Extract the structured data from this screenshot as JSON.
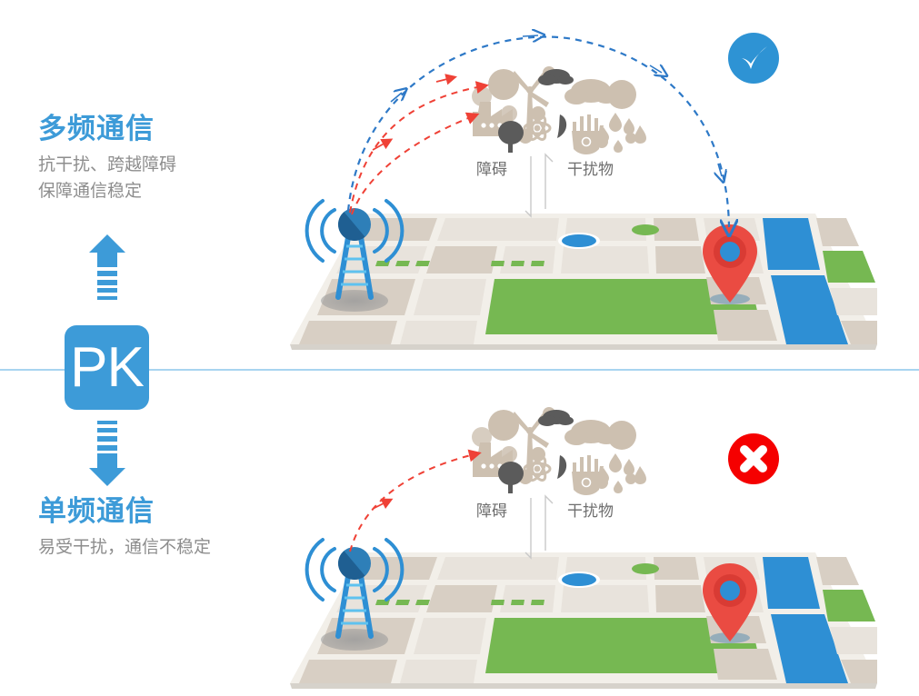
{
  "meta": {
    "background_color": "#ffffff",
    "accent_blue": "#3d9bd8",
    "map_blue": "#2e8fd4",
    "map_green": "#76b852",
    "map_beige": "#d8cfc4",
    "pin_red": "#ea4b42",
    "obstacle_tan": "#cdc0b0",
    "obstacle_dark": "#5b5b5b",
    "red_dashed": "#ef4136",
    "blue_dashed": "#2e79c7",
    "divider_color": "#a8d4f0"
  },
  "divider": {
    "label": "horizontal-divider"
  },
  "pk": {
    "label": "PK"
  },
  "top_panel": {
    "title": "多频通信",
    "subtitle_line1": "抗干扰、跨越障碍",
    "subtitle_line2": "保障通信稳定",
    "status": "check",
    "status_color": "#2e93d4",
    "obstacle_label": "障碍",
    "interference_label": "干扰物",
    "signal_paths": [
      {
        "name": "blue-bypass-arc",
        "color": "#2e79c7",
        "style": "dashed",
        "outcome": "reaches-destination"
      },
      {
        "name": "red-blocked-arc-1",
        "color": "#ef4136",
        "style": "dashed",
        "outcome": "blocked-by-obstacle"
      },
      {
        "name": "red-blocked-arc-2",
        "color": "#ef4136",
        "style": "dashed",
        "outcome": "blocked-by-obstacle"
      }
    ]
  },
  "bottom_panel": {
    "title": "单频通信",
    "subtitle_line1": "易受干扰，通信不稳定",
    "status": "cross",
    "status_color": "#f50000",
    "obstacle_label": "障碍",
    "interference_label": "干扰物",
    "signal_paths": [
      {
        "name": "red-blocked-arc-1",
        "color": "#ef4136",
        "style": "dashed",
        "outcome": "blocked-by-obstacle"
      }
    ]
  },
  "arrows": {
    "up": {
      "name": "arrow-up-segmented",
      "color": "#3d9bd8",
      "direction": "up"
    },
    "down": {
      "name": "arrow-down-segmented",
      "color": "#3d9bd8",
      "direction": "down"
    }
  },
  "map": {
    "name": "city-map-plane",
    "tower": "cell-tower",
    "destination": "map-pin",
    "features": [
      "roads",
      "buildings",
      "park",
      "water",
      "tower-shadow"
    ]
  },
  "obstacle_icons": [
    "factory-icon",
    "windmill-icon",
    "tree-icon",
    "atom-icon",
    "leaf-icon",
    "hand-icon",
    "cloud-icon",
    "dark-cloud-icon",
    "raindrop-icon",
    "particle-circles"
  ]
}
